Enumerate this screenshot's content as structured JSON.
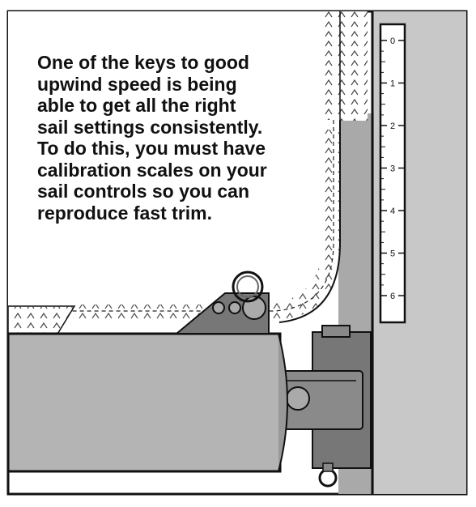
{
  "caption": {
    "lines": [
      "One of the keys to good",
      "upwind speed is being",
      "able to get all the right",
      "sail settings consistently.",
      "To do this, you must have",
      "calibration scales on your",
      "sail controls so you can",
      "reproduce fast trim."
    ]
  },
  "scale": {
    "labels": [
      "0",
      "1",
      "2",
      "3",
      "4",
      "5",
      "6"
    ]
  },
  "colors": {
    "panel_gray": "#c8c8c8",
    "mast_gray": "#a9a9a9",
    "boom_gray": "#b4b4b4",
    "fitting_dark": "#6e6e6e",
    "ink": "#111111",
    "sail_white": "#ffffff"
  }
}
